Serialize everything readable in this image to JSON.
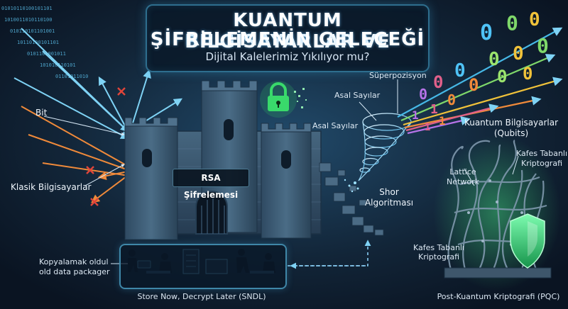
{
  "title": {
    "line1": "KUANTUM BİLGİSAYARLAR VE",
    "line2": "ŞİFRELEMENİN GELECEĞİ",
    "subtitle": "Dijital Kalelerimiz Yıkılıyor mu?"
  },
  "labels": {
    "bit": "Bit",
    "klasik": "Klasik Bilgisayarlar",
    "rsa": "RSA Şifrelemesi",
    "asal_1": "Asal Sayılar",
    "asal_2": "Asal Sayılar",
    "superpozisyon": "Süperpozisyon",
    "shor_1": "Shor",
    "shor_2": "Algoritması",
    "kuantum_1": "Kuantum Bilgisayarlar",
    "kuantum_2": "(Qubits)",
    "kafes_top_1": "Kafes Tabanlı",
    "kafes_top_2": "Kriptografi",
    "lattice_1": "Lattice",
    "lattice_2": "Network",
    "kafes_low_1": "Kafes Tabanlı",
    "kafes_low_2": "Kriptografi",
    "kopya_1": "Kopyalamak oldul",
    "kopya_2": "old data packager",
    "sndl": "Store Now, Decrypt Later (SNDL)",
    "pqc": "Post-Kuantum Kriptografi (PQC)"
  },
  "qubit_digits": [
    "0",
    "0",
    "0",
    "0",
    "0",
    "0",
    "0",
    "0",
    "0",
    "0",
    "0",
    "0",
    "0",
    "1",
    "1",
    "1",
    "1"
  ],
  "colors": {
    "background": "#0d1a2b",
    "castle": "#3a5873",
    "lock": "#39d96b",
    "shield": "#2fcf7a",
    "accent_cyan": "#46b8e6",
    "arrow_orange": "#f08a3a",
    "cross_red": "#e0453a"
  }
}
